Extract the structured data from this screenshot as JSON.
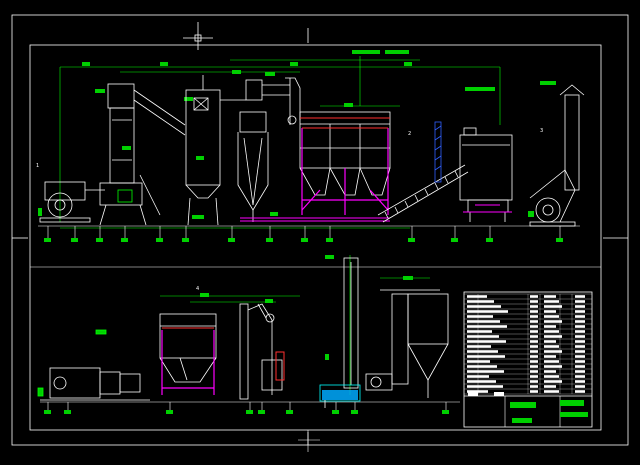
{
  "drawing": {
    "section_marks": [
      "1",
      "2",
      "3",
      "4"
    ],
    "colors": {
      "background": "#000000",
      "frame": "#ffffff",
      "dimension": "#00ff00",
      "label_fill": "#00d000",
      "magenta": "#ff00ff",
      "red": "#ff3030",
      "yellow": "#ffff00",
      "cyan": "#00ffff",
      "blue": "#3060ff",
      "equipment": "#ffffff"
    }
  },
  "icons": {
    "cursor": "crosshair-icon",
    "axis_origin": "ucs-icon"
  }
}
